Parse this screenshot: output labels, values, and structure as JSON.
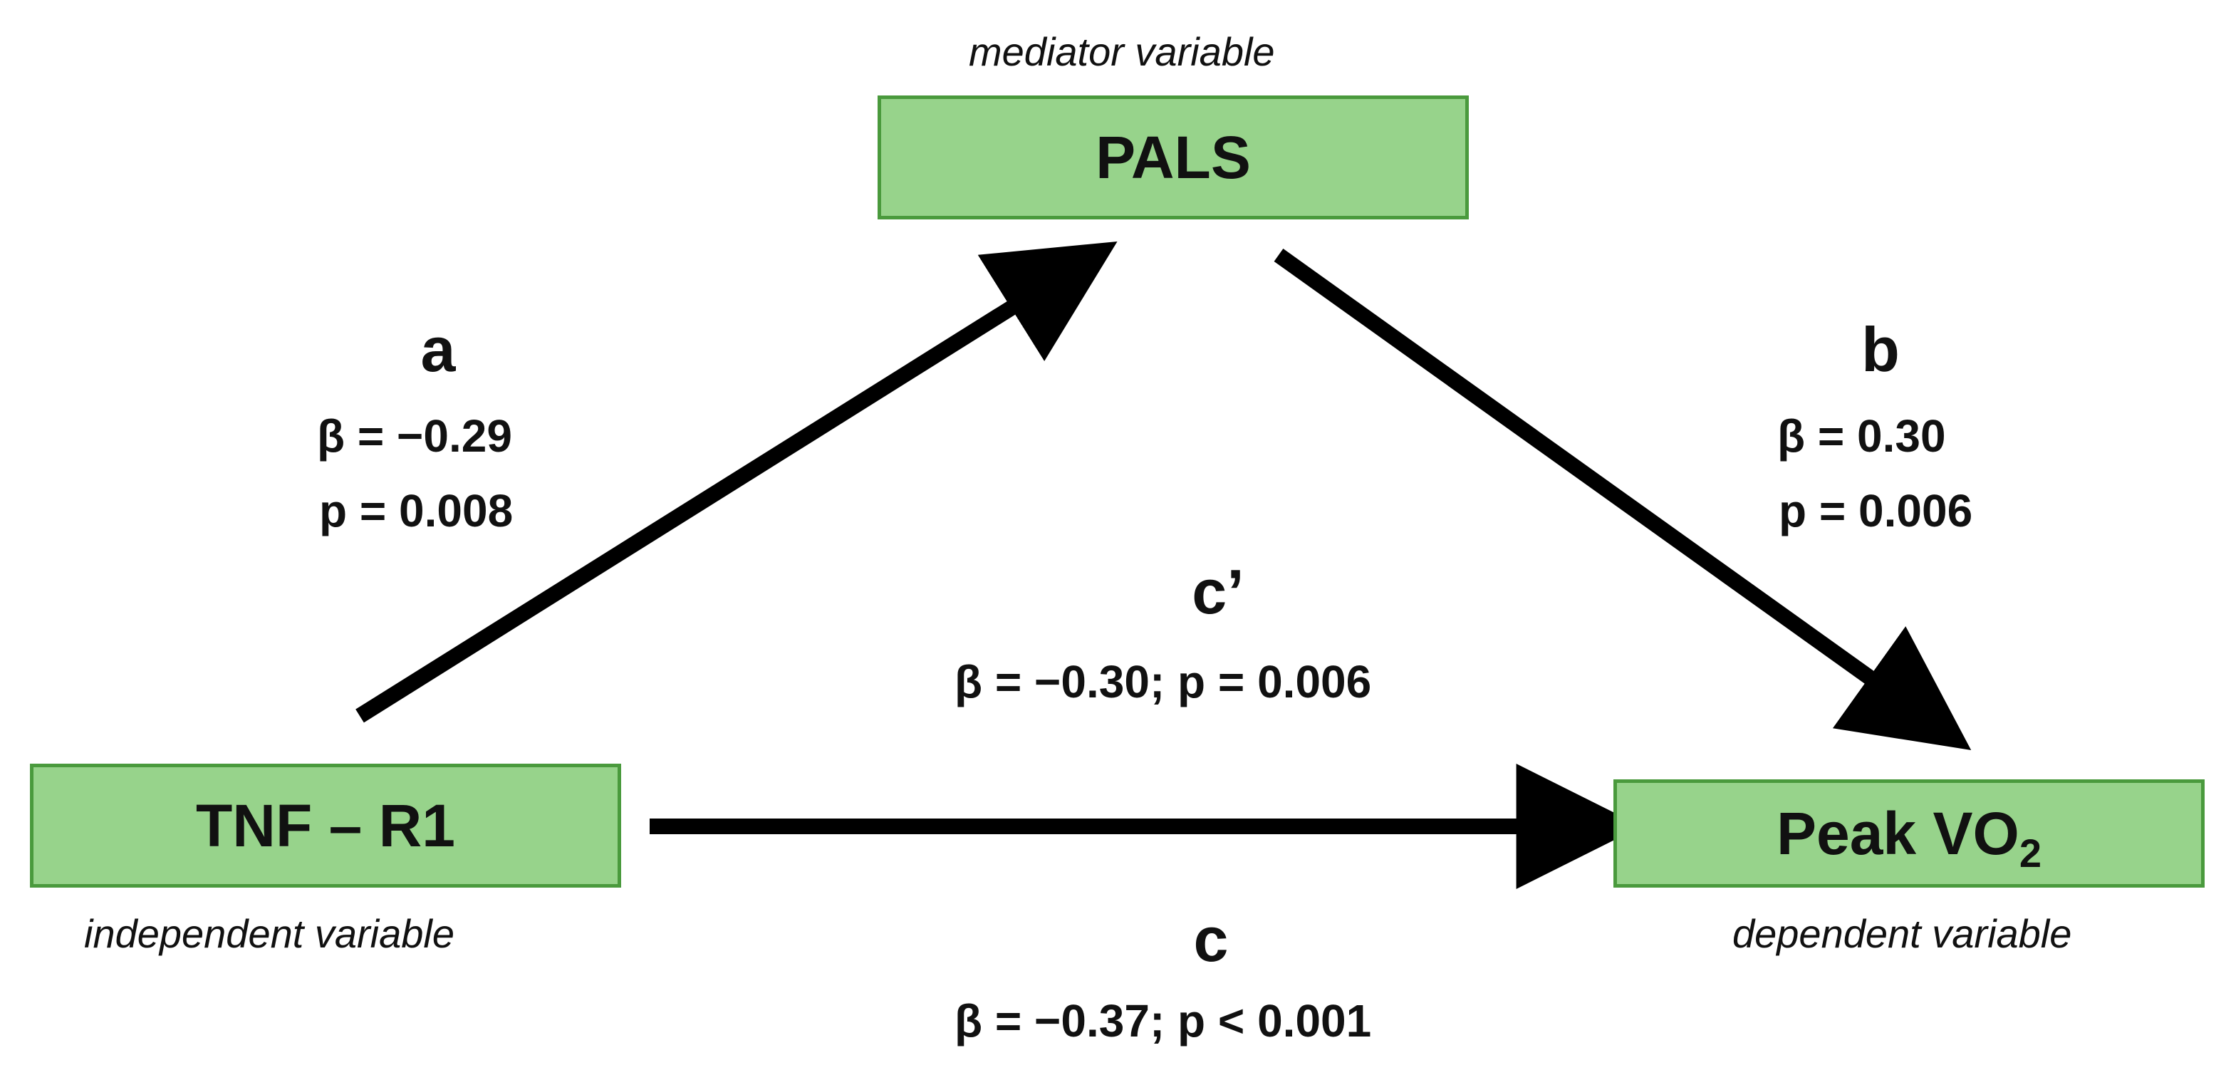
{
  "nodes": {
    "mediator": {
      "label": "PALS",
      "role": "mediator variable"
    },
    "independent": {
      "label": "TNF – R1",
      "role": "independent variable"
    },
    "dependent": {
      "label_main": "Peak VO",
      "label_sub": "2",
      "role": "dependent variable"
    }
  },
  "paths": {
    "a": {
      "letter": "a",
      "beta": "β = −0.29",
      "p": "p = 0.008"
    },
    "b": {
      "letter": "b",
      "beta": "β = 0.30",
      "p": "p = 0.006"
    },
    "c_prime": {
      "letter": "c’",
      "stats": "β = −0.30; p = 0.006"
    },
    "c": {
      "letter": "c",
      "stats": "β = −0.37; p < 0.001"
    }
  },
  "colors": {
    "box_fill": "#97d38b",
    "box_border": "#4a9a3d",
    "arrow": "#000000",
    "text": "#111111"
  }
}
